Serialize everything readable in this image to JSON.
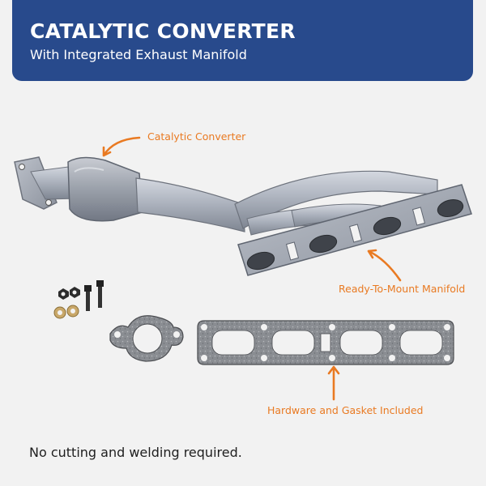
{
  "header": {
    "title": "CATALYTIC CONVERTER",
    "subtitle": "With Integrated Exhaust Manifold"
  },
  "callouts": {
    "catalytic_converter": "Catalytic Converter",
    "manifold": "Ready-To-Mount Manifold",
    "hardware": "Hardware and Gasket Included"
  },
  "footnote": "No cutting and welding required.",
  "colors": {
    "banner": "#284a8c",
    "accent": "#e97a22",
    "background": "#f2f2f2"
  }
}
